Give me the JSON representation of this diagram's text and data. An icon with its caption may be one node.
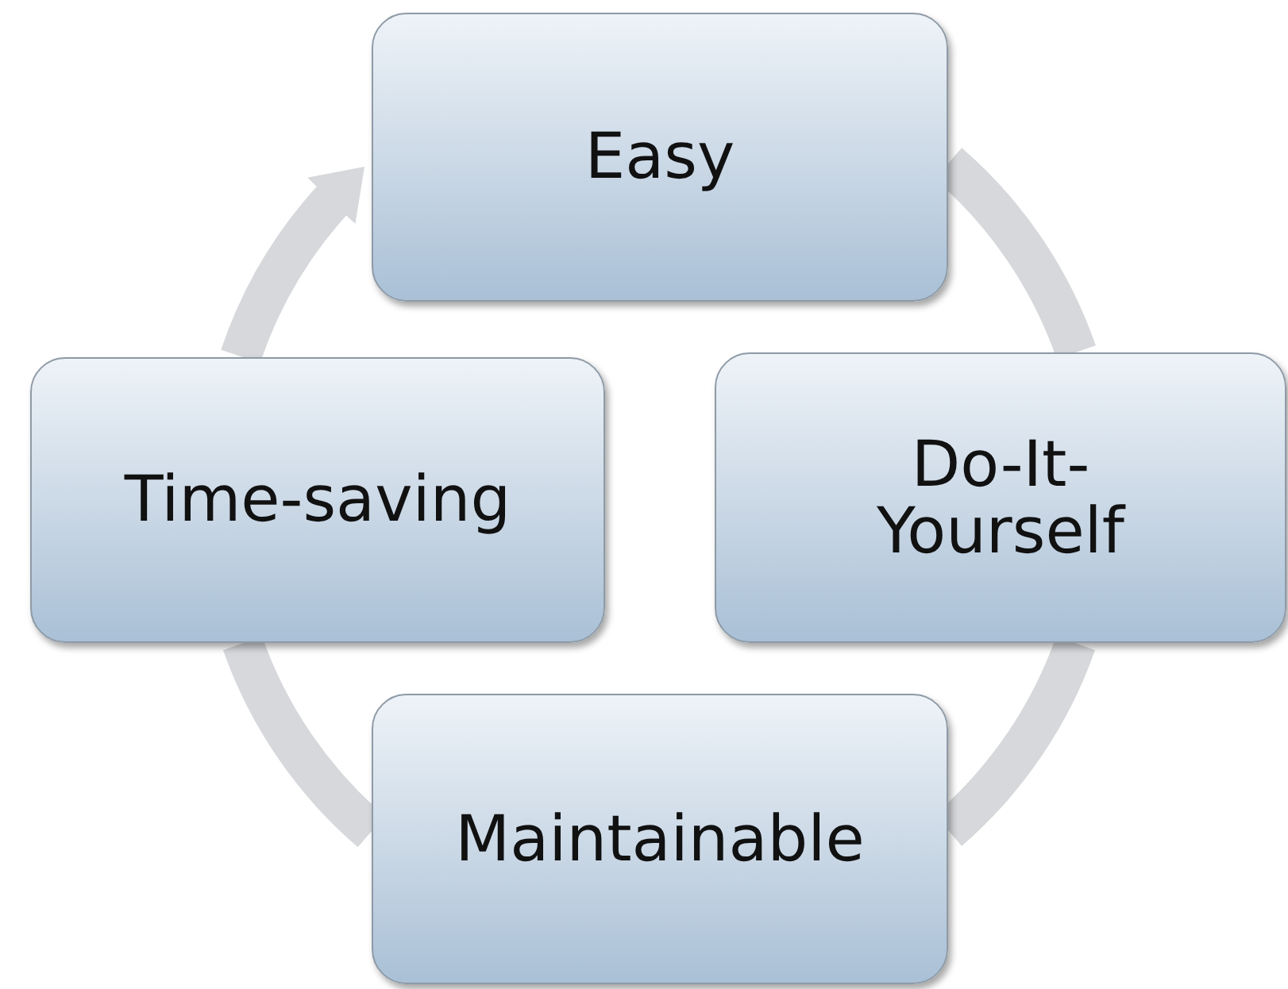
{
  "diagram": {
    "nodes": [
      {
        "text": [
          "Easy"
        ]
      },
      {
        "text": [
          "Do-It-Yourself"
        ]
      },
      {
        "text": [
          "Maintainable"
        ]
      },
      {
        "text": [
          "Time-saving"
        ]
      }
    ],
    "edges": [
      {
        "from": 0,
        "to": 1,
        "arrow": "none"
      },
      {
        "from": 1,
        "to": 2,
        "arrow": "none"
      },
      {
        "from": 2,
        "to": 3,
        "arrow": "none"
      },
      {
        "from": 3,
        "to": 0,
        "arrow": "to"
      }
    ]
  }
}
